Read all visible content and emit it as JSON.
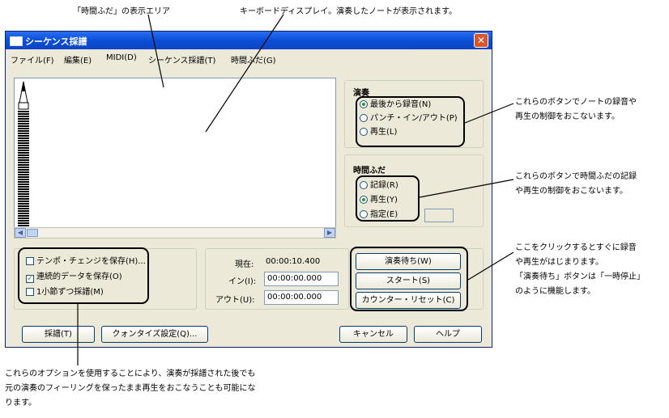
{
  "callouts": {
    "time_area": "「時間ふだ」の表示エリア",
    "keyboard": "キーボードディスプレイ。演奏したノートが表示されます。",
    "play_controls": [
      "これらのボタンでノートの録音や",
      "再生の制御をおこないます。"
    ],
    "time_controls": [
      "これらのボタンで時間ふだの記録",
      "や再生の制御をおこないます。"
    ],
    "start_buttons": [
      "ここをクリックするとすぐに録音",
      "や再生がはじまります。",
      "「演奏待ち」ボタンは「一時停止」",
      "のように機能します。"
    ],
    "options": [
      "これらのオプションを使用することにより、演奏が採譜された後でも",
      "元の演奏のフィーリングを保ったまま再生をおこなうことも可能にな",
      "ります。"
    ]
  },
  "window": {
    "title": "シーケンス採譜",
    "close_label": "✕",
    "menu": [
      "ファイル(F)",
      "編集(E)",
      "MIDI(D)",
      "シーケンス採譜(T)",
      "時間ふだ(G)"
    ]
  },
  "scroll": {
    "left": "◀",
    "right": "▶"
  },
  "performance": {
    "title": "演奏",
    "options": [
      "最後から録音(N)",
      "パンチ・イン/アウト(P)",
      "再生(L)"
    ],
    "selected": 0
  },
  "time_tag": {
    "title": "時間ふだ",
    "options": [
      "記録(R)",
      "再生(Y)",
      "指定(E)"
    ],
    "selected": 1,
    "value": ""
  },
  "checkboxes": [
    {
      "label": "テンポ・チェンジを保存(H)...",
      "checked": false
    },
    {
      "label": "連続的データを保存(O)",
      "checked": true
    },
    {
      "label": "1小節ずつ採譜(M)",
      "checked": false
    }
  ],
  "position": {
    "current_label": "現在:",
    "current_value": "00:00:10.400",
    "in_label": "イン(I):",
    "in_value": "00:00:00.000",
    "out_label": "アウト(U):",
    "out_value": "00:00:00.000"
  },
  "buttons": {
    "wait": "演奏待ち(W)",
    "start": "スタート(S)",
    "counter_reset": "カウンター・リセット(C)",
    "transcribe": "採譜(T)",
    "quantize": "クォンタイズ設定(Q)...",
    "cancel": "キャンセル",
    "help": "ヘルプ"
  }
}
